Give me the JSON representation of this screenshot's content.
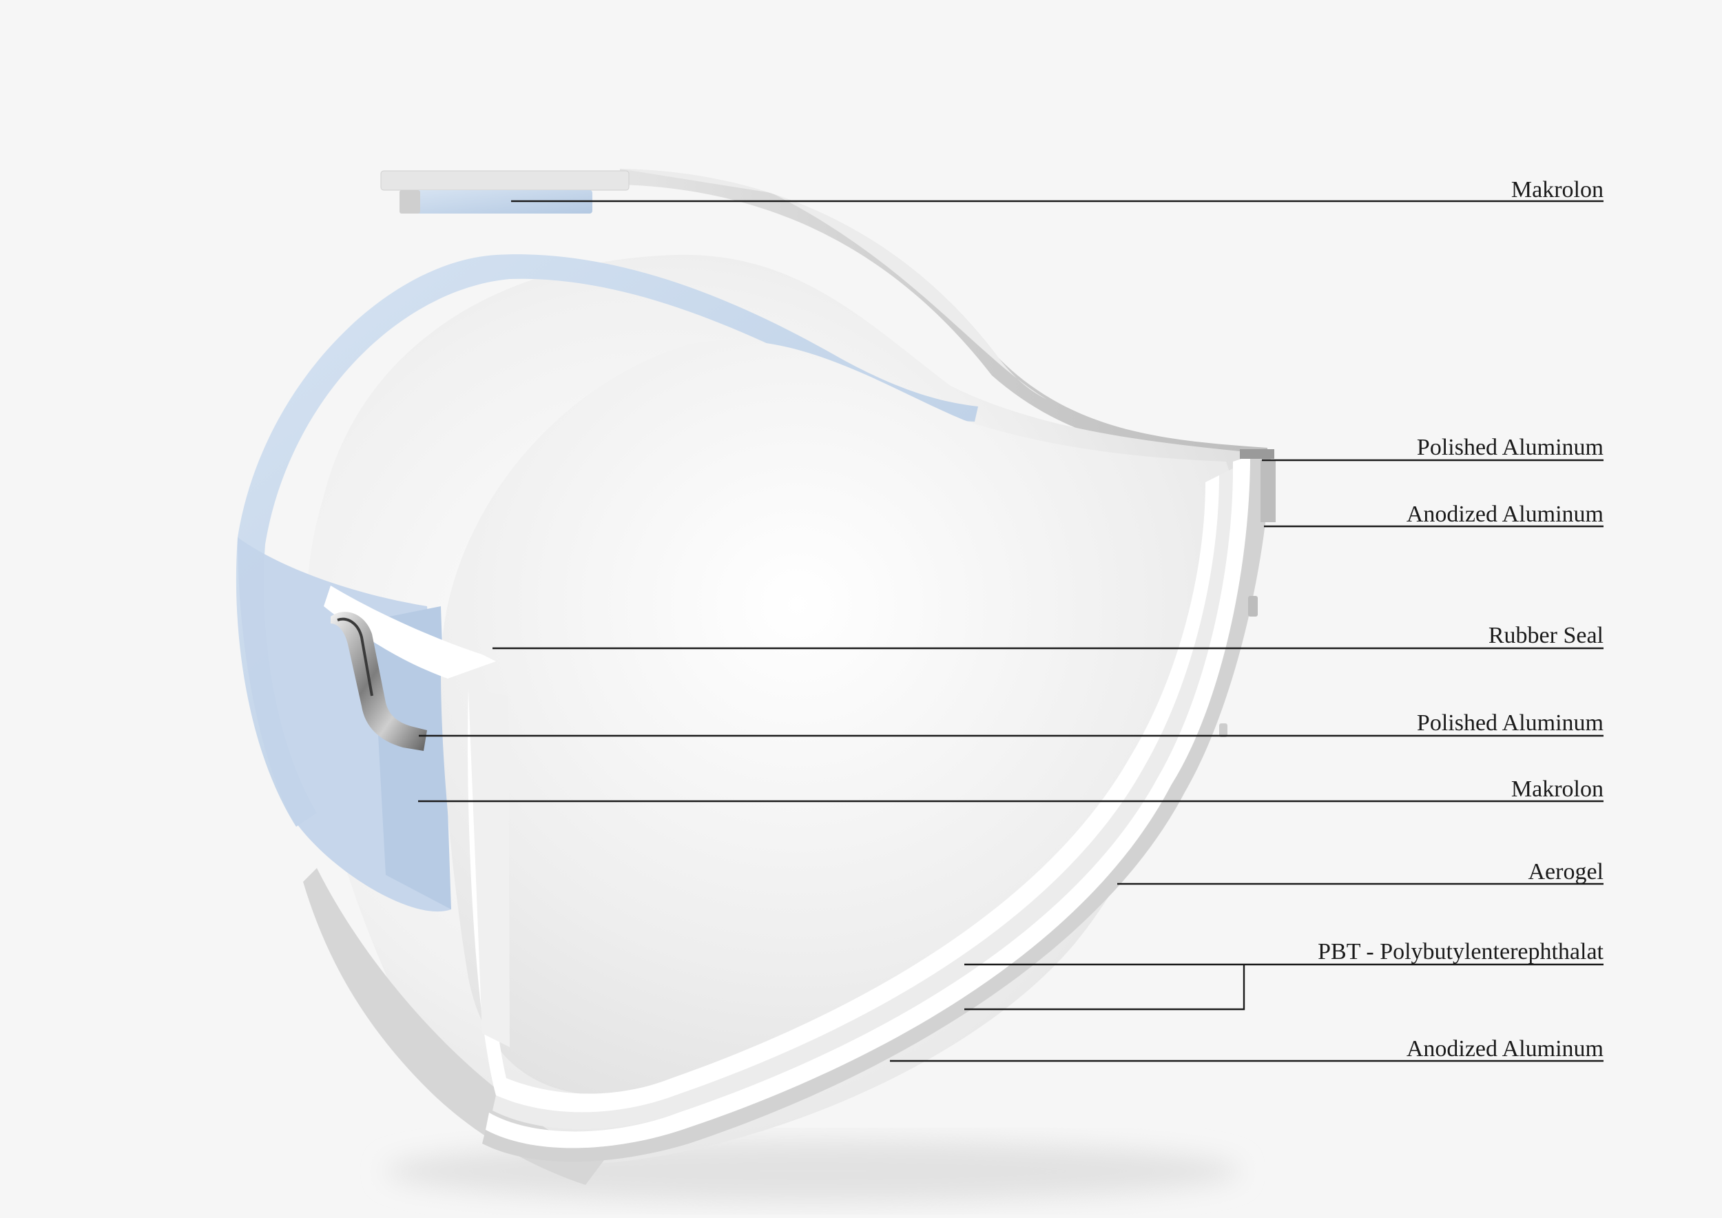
{
  "diagram": {
    "callouts": [
      {
        "id": "makrolon-top",
        "label": "Makrolon"
      },
      {
        "id": "polished-aluminum-top",
        "label": "Polished Aluminum"
      },
      {
        "id": "anodized-aluminum-top",
        "label": "Anodized Aluminum"
      },
      {
        "id": "rubber-seal",
        "label": "Rubber Seal"
      },
      {
        "id": "polished-aluminum-mid",
        "label": "Polished Aluminum"
      },
      {
        "id": "makrolon-mid",
        "label": "Makrolon"
      },
      {
        "id": "aerogel",
        "label": "Aerogel"
      },
      {
        "id": "pbt",
        "label": "PBT - Polybutylenterephthalat"
      },
      {
        "id": "anodized-aluminum-bottom",
        "label": "Anodized Aluminum"
      }
    ]
  },
  "colors": {
    "background": "#f6f6f6",
    "shell_white": "#ffffff",
    "makrolon_blue": "#c7d8ec",
    "aluminum_grey": "#c9c9c9",
    "leader_line": "#1a1a1a"
  }
}
